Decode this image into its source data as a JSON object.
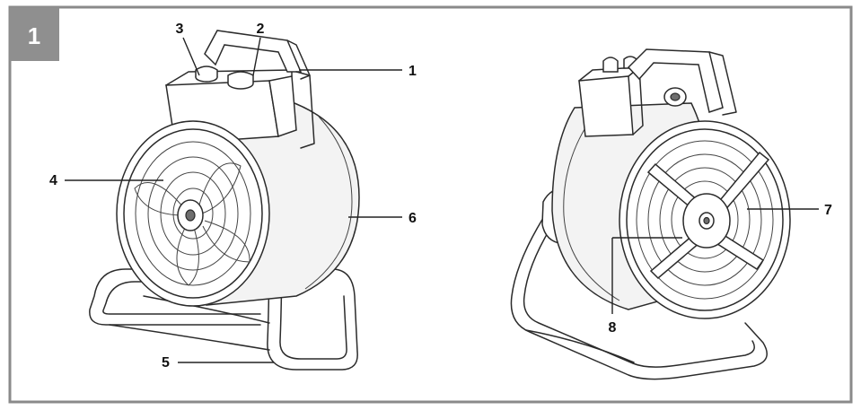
{
  "figure": {
    "number": "1",
    "frame_color": "#8a8a8a",
    "tab_color": "#8f8f8f"
  },
  "callouts": [
    {
      "id": "1",
      "label": "1"
    },
    {
      "id": "2",
      "label": "2"
    },
    {
      "id": "3",
      "label": "3"
    },
    {
      "id": "4",
      "label": "4"
    },
    {
      "id": "5",
      "label": "5"
    },
    {
      "id": "6",
      "label": "6"
    },
    {
      "id": "7",
      "label": "7"
    },
    {
      "id": "8",
      "label": "8"
    }
  ]
}
